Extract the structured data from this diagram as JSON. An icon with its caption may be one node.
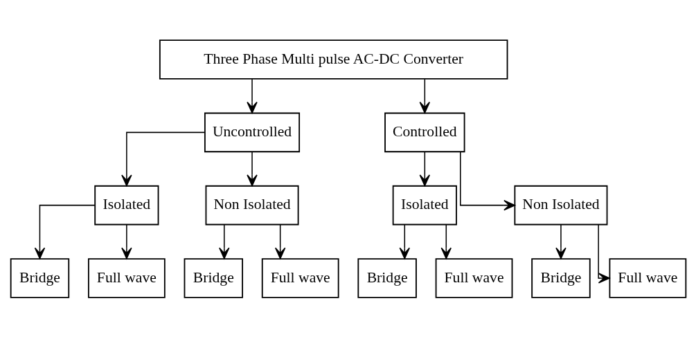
{
  "diagram": {
    "nodes": [
      {
        "text": [
          "Three Phase Multi pulse AC-DC Converter"
        ]
      },
      {
        "text": [
          "Uncontrolled"
        ]
      },
      {
        "text": [
          "Controlled"
        ]
      },
      {
        "text": [
          "Isolated"
        ]
      },
      {
        "text": [
          "Non Isolated"
        ]
      },
      {
        "text": [
          "Isolated"
        ]
      },
      {
        "text": [
          "Non Isolated"
        ]
      },
      {
        "text": [
          "Bridge"
        ]
      },
      {
        "text": [
          "Full wave"
        ]
      },
      {
        "text": [
          "Bridge"
        ]
      },
      {
        "text": [
          "Full wave"
        ]
      },
      {
        "text": [
          "Bridge"
        ]
      },
      {
        "text": [
          "Full wave"
        ]
      },
      {
        "text": [
          "Bridge"
        ]
      },
      {
        "text": [
          "Full wave"
        ]
      }
    ],
    "edges": [
      {
        "from": 0,
        "to": 1,
        "arrow": "to"
      },
      {
        "from": 0,
        "to": 2,
        "arrow": "to"
      },
      {
        "from": 1,
        "to": 3,
        "arrow": "to"
      },
      {
        "from": 1,
        "to": 4,
        "arrow": "to"
      },
      {
        "from": 2,
        "to": 5,
        "arrow": "to"
      },
      {
        "from": 2,
        "to": 6,
        "arrow": "to"
      },
      {
        "from": 3,
        "to": 7,
        "arrow": "to"
      },
      {
        "from": 3,
        "to": 8,
        "arrow": "to"
      },
      {
        "from": 4,
        "to": 9,
        "arrow": "to"
      },
      {
        "from": 4,
        "to": 10,
        "arrow": "to"
      },
      {
        "from": 5,
        "to": 11,
        "arrow": "to"
      },
      {
        "from": 5,
        "to": 12,
        "arrow": "to"
      },
      {
        "from": 6,
        "to": 13,
        "arrow": "to"
      },
      {
        "from": 6,
        "to": 14,
        "arrow": "to"
      }
    ]
  }
}
